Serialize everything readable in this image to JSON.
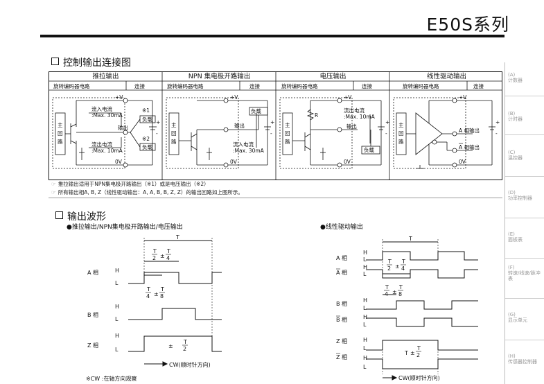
{
  "page_title": "E50S系列",
  "section1_title": "控制输出连接图",
  "table": {
    "columns": [
      {
        "title": "推拉输出",
        "sub_left": "旋转编码器电路",
        "sub_right": "连接"
      },
      {
        "title": "NPN 集电极开路输出",
        "sub_left": "旋转编码器电路",
        "sub_right": "连接"
      },
      {
        "title": "电压输出",
        "sub_left": "旋转编码器电路",
        "sub_right": "连接"
      },
      {
        "title": "线性驱动输出",
        "sub_left": "旋转编码器电路",
        "sub_right": "连接"
      }
    ],
    "labels": {
      "plus_v": "+V",
      "zero_v": "0V",
      "main_circuit": [
        "主",
        "回",
        "路"
      ],
      "inflow": "流入电流",
      "inflow_max": ":Max. 30mA",
      "output": "输出",
      "outflow": "流出电流",
      "outflow_max_10": ":Max. 10mA",
      "outflow_max_30": ":Max. 30mA",
      "load": "负载",
      "r": "R",
      "a_out": "A 相输出",
      "a_bar_out": "A 相输出",
      "ref1": "※1",
      "ref2": "※2",
      "plus": "+",
      "minus": "-"
    }
  },
  "notes": [
    "推拉输出适用于NPN集电极开路输出（※1）或是电压输出（※2）",
    "所有输出相A, B, Z（线性驱动输出：A, A, B, B, Z, Z）的输出回路如上图所示。"
  ],
  "note_marker": "☞",
  "section2_title": "输出波形",
  "wave_left": {
    "subtitle": "●推拉输出/NPN集电极开路输出/电压输出",
    "t_label": "T",
    "t_half_num": "T",
    "t_half_den": "2",
    "t_quarter_num": "T",
    "t_quarter_den": "4",
    "t_eighth_num": "T",
    "t_eighth_den": "8",
    "pm": "±",
    "phases": [
      "A 相",
      "B 相",
      "Z 相"
    ],
    "h": "H",
    "l": "L",
    "cw_label": "CW(顺时针方向)",
    "cw_note": "※CW :在轴方向观察"
  },
  "wave_right": {
    "subtitle": "●线性驱动输出",
    "t_label": "T",
    "phases": [
      "A 相",
      "A 相",
      "B 相",
      "B 相",
      "Z 相",
      "Z 相"
    ],
    "h": "H",
    "l": "L",
    "cw_label": "CW(顺时针方向)"
  },
  "sidebar": [
    {
      "code": "(A)",
      "name": "计数器"
    },
    {
      "code": "(B)",
      "name": "计时器"
    },
    {
      "code": "(C)",
      "name": "温控器"
    },
    {
      "code": "(D)",
      "name": "功率控制器"
    },
    {
      "code": "(E)",
      "name": "面板表"
    },
    {
      "code": "(F)",
      "name": "转速/线速/脉冲表"
    },
    {
      "code": "(G)",
      "name": "显示单元"
    },
    {
      "code": "(H)",
      "name": "传感器控制器"
    }
  ]
}
